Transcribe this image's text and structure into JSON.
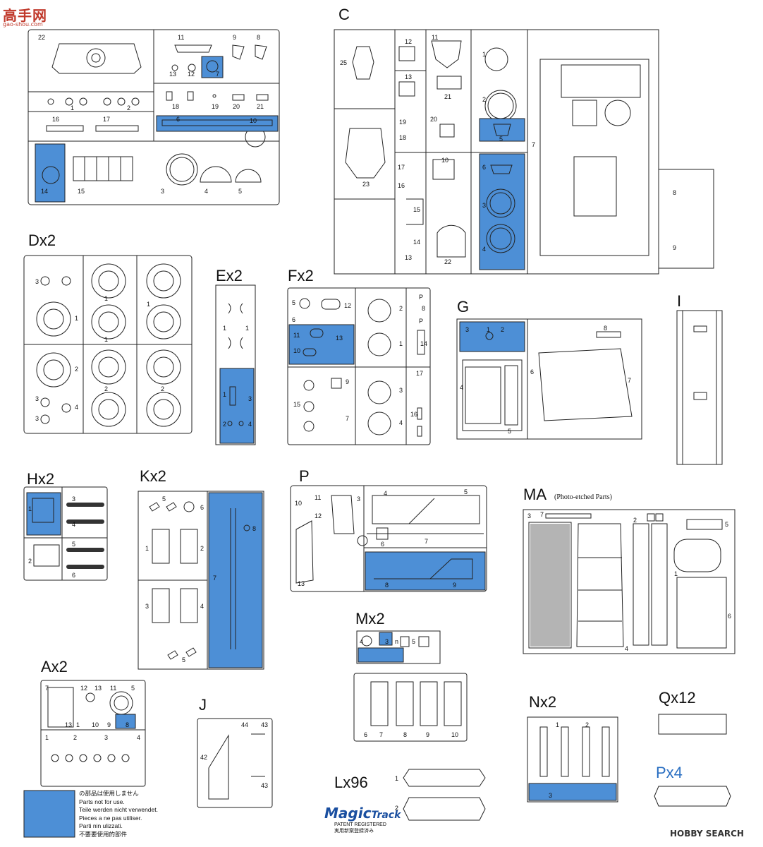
{
  "watermark": {
    "main": "高手网",
    "url": "gao-shou.com"
  },
  "sprues": {
    "C": "C",
    "D": "Dx2",
    "E": "Ex2",
    "F": "Fx2",
    "G": "G",
    "I": "I",
    "H": "Hx2",
    "K": "Kx2",
    "P": "P",
    "MA": "MA",
    "MA_note": "(Photo-etched Parts)",
    "M": "Mx2",
    "A": "Ax2",
    "J": "J",
    "N": "Nx2",
    "Q": "Qx12",
    "L": "Lx96",
    "Px": "Px4"
  },
  "legend": {
    "lines": [
      "の部品は使用しません",
      "Parts not for use.",
      "Teile werden nicht verwendet.",
      "Pieces a ne pas utiliser.",
      "Parti nin ulizzati.",
      "不要要使用的部件"
    ]
  },
  "magic_track": {
    "main": "Magic",
    "script": "Track",
    "patent": "PATENT REGISTERED",
    "jp": "実用新案登録済み"
  },
  "hobby_search": "HOBBY SEARCH",
  "colors": {
    "unused_part": "#4d8fd6",
    "line": "#222222",
    "sprue_title_blue": "#2a6fc2"
  }
}
